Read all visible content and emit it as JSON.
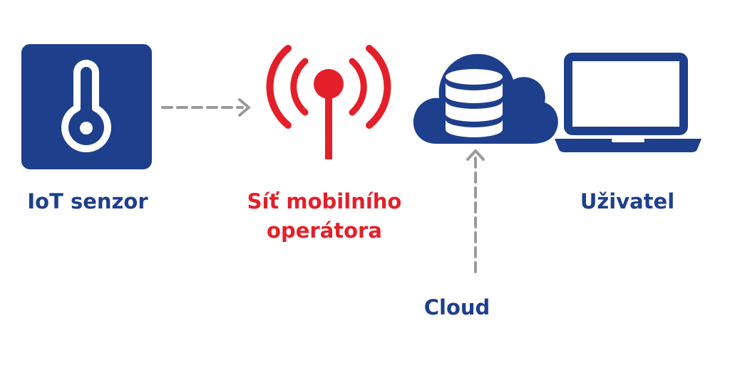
{
  "colors": {
    "blue": "#1e3f8c",
    "red": "#e3202a",
    "arrow_gray": "#9a9a9a"
  },
  "nodes": [
    {
      "id": "iot-sensor",
      "icon": "thermometer-icon",
      "label": "IoT senzor",
      "color": "blue"
    },
    {
      "id": "mobile-network",
      "icon": "antenna-icon",
      "label_lines": [
        "Síť mobilního",
        "operátora"
      ],
      "color": "red"
    },
    {
      "id": "cloud",
      "icon": "cloud-database-icon",
      "label": "Cloud",
      "color": "blue"
    },
    {
      "id": "user",
      "icon": "laptop-icon",
      "label": "Uživatel",
      "color": "blue"
    }
  ],
  "edges": [
    {
      "from": "iot-sensor",
      "to": "mobile-network",
      "style": "dashed",
      "direction": "right"
    },
    {
      "from": "cloud-label",
      "to": "cloud",
      "style": "dashed",
      "direction": "up"
    }
  ]
}
